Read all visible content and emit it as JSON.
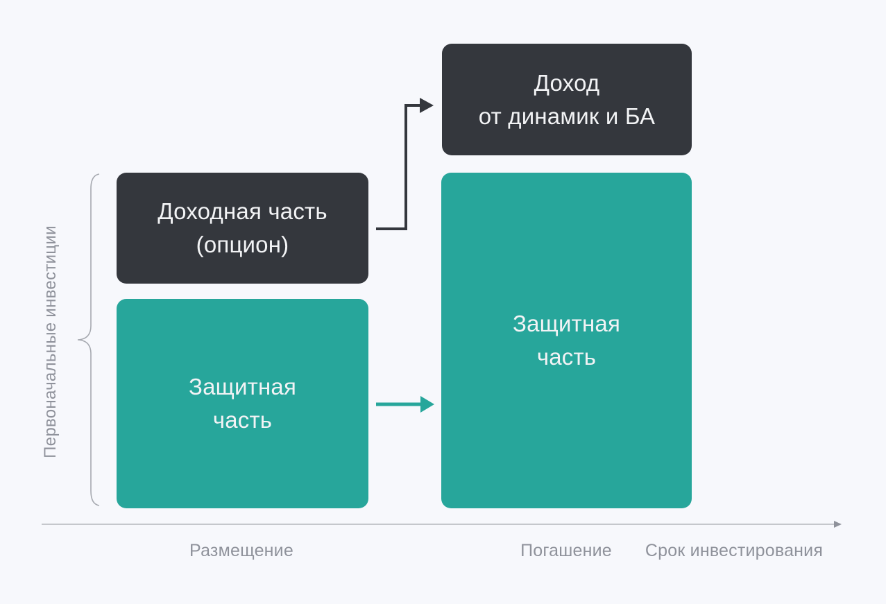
{
  "colors": {
    "background": "#F7F8FC",
    "dark": "#34373D",
    "teal": "#27A69B",
    "box_text": "#F2F3F5",
    "muted_text": "#8F929B",
    "brace": "#A6A9B0",
    "axis_line": "#C5C7CC",
    "axis_arrow": "#8F929B"
  },
  "side_label": {
    "text": "Первоначальные инвестиции"
  },
  "boxes": {
    "income_result": {
      "line1": "Доход",
      "line2": "от динамик и БА"
    },
    "income_part": {
      "line1": "Доходная часть",
      "line2": "(опцион)"
    },
    "protective_left": {
      "line1": "Защитная",
      "line2": "часть"
    },
    "protective_right": {
      "line1": "Защитная",
      "line2": "часть"
    }
  },
  "axis": {
    "placement_label": "Размещение",
    "redemption_label": "Погашение",
    "term_label": "Срок инвестирования"
  }
}
